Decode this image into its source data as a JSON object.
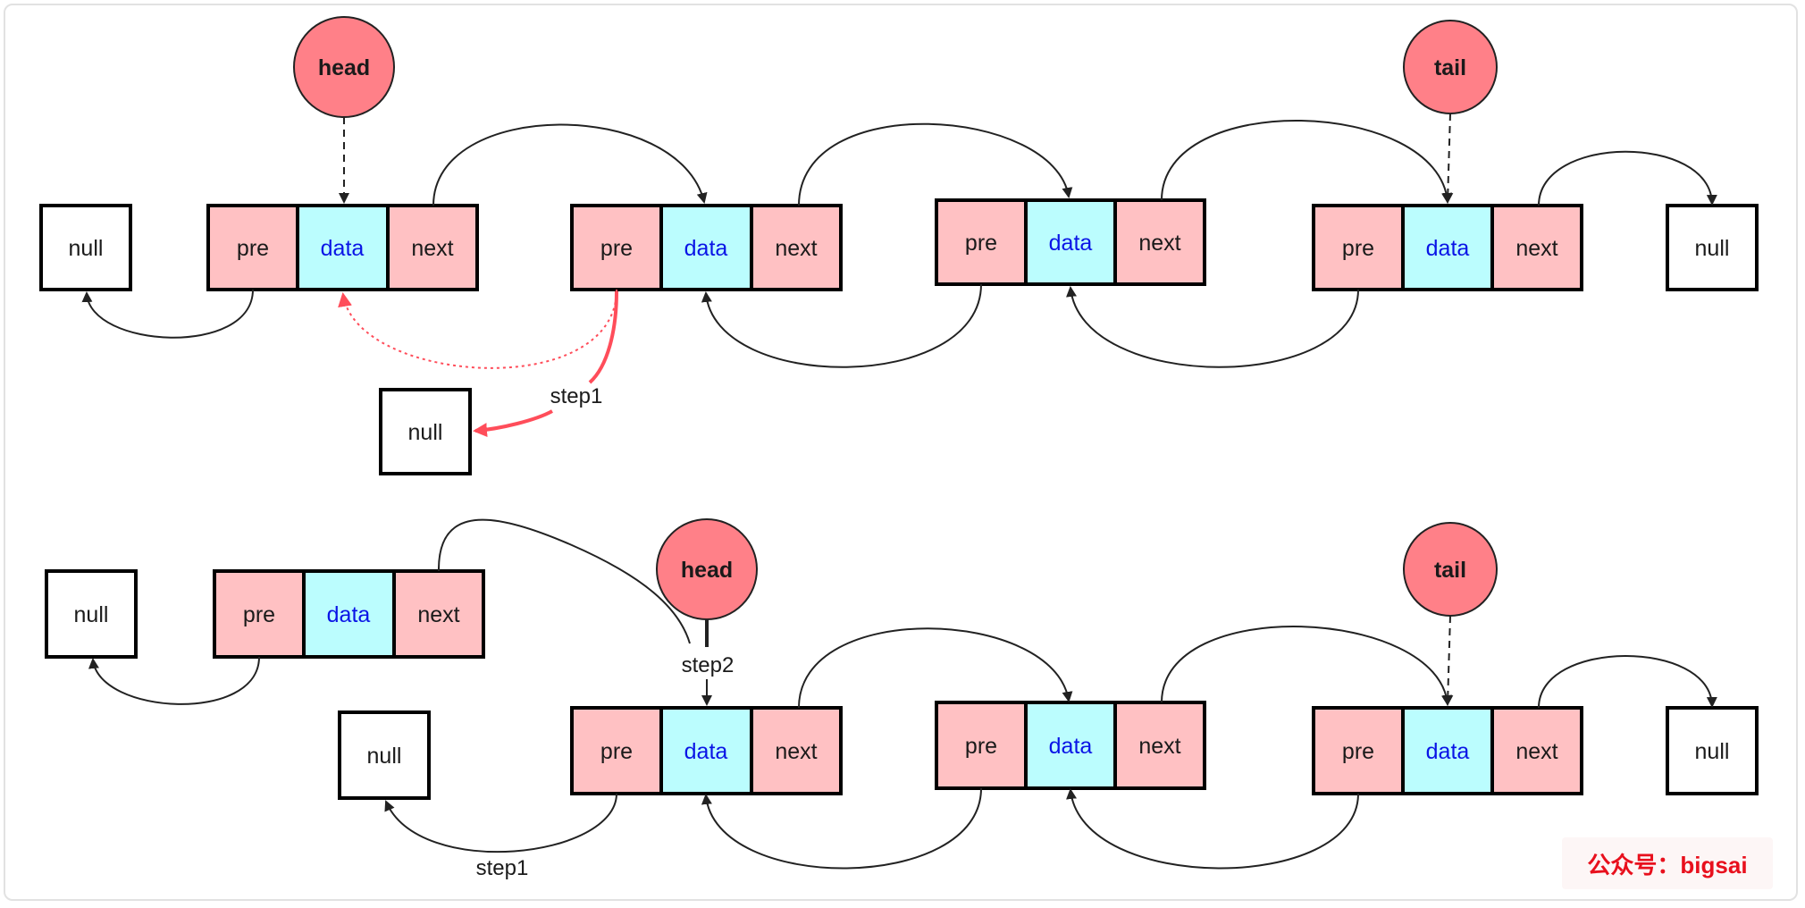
{
  "labels": {
    "pre": "pre",
    "data": "data",
    "next": "next",
    "null": "null",
    "head": "head",
    "tail": "tail",
    "step1": "step1",
    "step2": "step2"
  },
  "watermark": "公众号：bigsai",
  "colors": {
    "pre_next_fill": "#ffc1c3",
    "data_fill": "#bbfdfe",
    "data_text": "#0a14e6",
    "pointer_fill": "#ff8088",
    "highlight": "#ff4d5a",
    "watermark": "#e8101d"
  },
  "diagram": {
    "top": {
      "nodes": 4,
      "head_points_to": 1,
      "tail_points_to": 4,
      "step1": "pre of node 2 set to null"
    },
    "bottom": {
      "nodes": 4,
      "head_points_to": 2,
      "tail_points_to": 4,
      "step1": "pre of new head set to null",
      "step2": "head moved to next node"
    }
  }
}
